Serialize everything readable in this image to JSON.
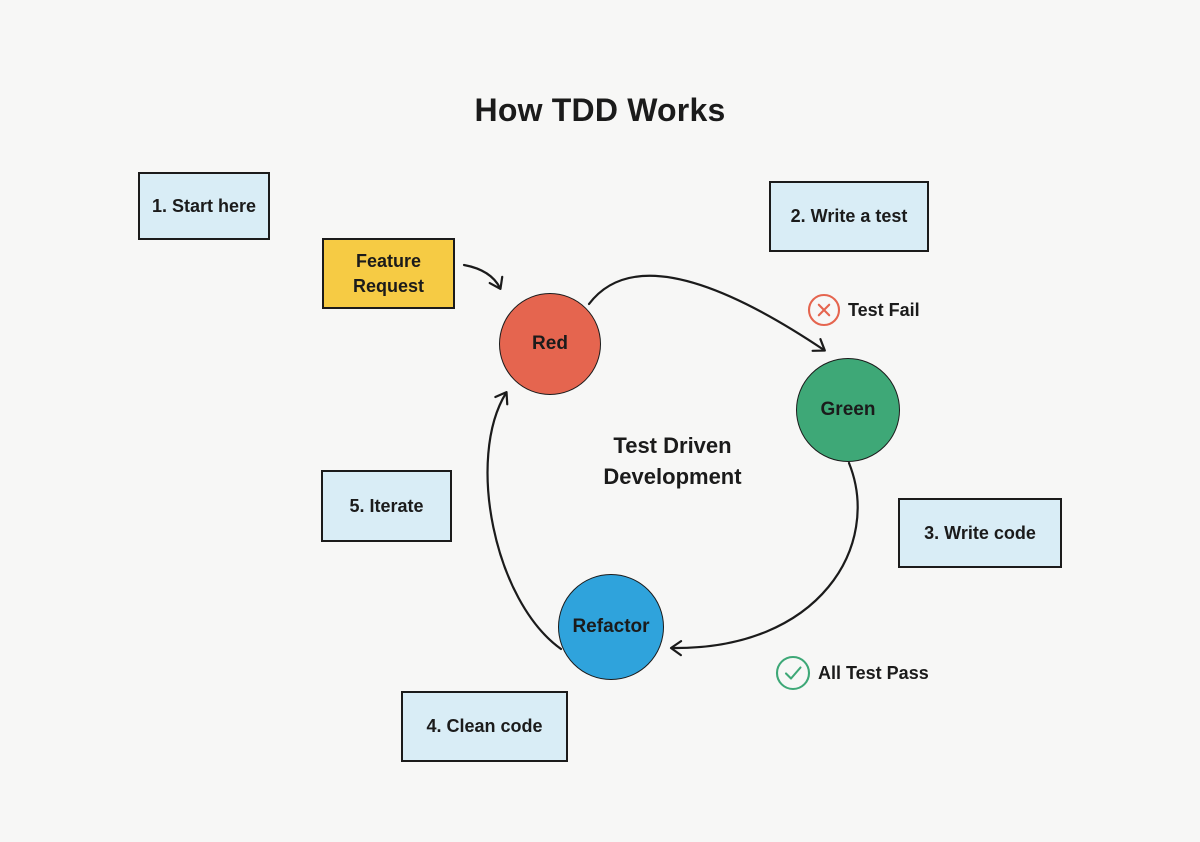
{
  "title": "How TDD Works",
  "colors": {
    "background": "#f7f7f6",
    "ink": "#1b1b1b",
    "note_fill": "#d9edf6",
    "feature_fill": "#f6cb44",
    "red_fill": "#e5654f",
    "green_fill": "#3ea877",
    "blue_fill": "#2fa3dc",
    "fail_icon": "#e5654f",
    "pass_icon": "#3ea877"
  },
  "notes": {
    "start_here": "1. Start here",
    "write_a_test": "2. Write a test",
    "write_code": "3. Write code",
    "clean_code": "4. Clean code",
    "iterate": "5. Iterate"
  },
  "feature_request": "Feature Request",
  "cycle": {
    "center_label": "Test Driven Development",
    "nodes": {
      "red": "Red",
      "green": "Green",
      "refactor": "Refactor"
    }
  },
  "statuses": {
    "test_fail": "Test Fail",
    "all_test_pass": "All Test Pass"
  }
}
